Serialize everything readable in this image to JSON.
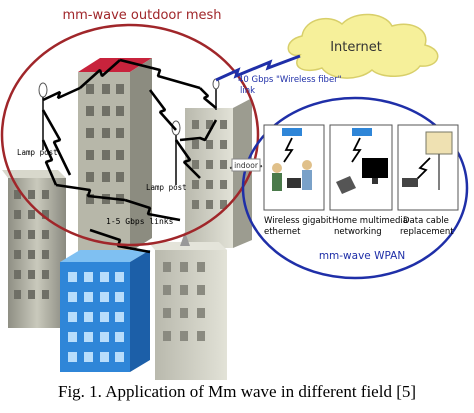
{
  "diagram": {
    "mesh_title": "mm-wave outdoor mesh",
    "internet_label": "Internet",
    "backhaul_label_line1": "40 Gbps \"Wireless fiber\"",
    "backhaul_label_line2": "link",
    "lamp_post_1": "Lamp post",
    "lamp_post_2": "Lamp post",
    "links_label": "1-5 Gbps links",
    "indoor_label": "indoor",
    "wpan_title": "mm-wave WPAN",
    "panel_1_line1": "Wireless gigabit",
    "panel_1_line2": "ethernet",
    "panel_2_line1": "Home multimedia",
    "panel_2_line2": "networking",
    "panel_3_line1": "Data cable",
    "panel_3_line2": "replacement"
  },
  "caption": "Fig. 1. Application of Mm wave in different field [5]",
  "colors": {
    "mesh_ring": "#a0262a",
    "mesh_title": "#a0262a",
    "wpan_ring": "#1f2fa8",
    "wpan_title": "#1f2fa8",
    "cloud": "#f6f09a",
    "roof": "#c8233c",
    "blue_building": "#2f86d8",
    "backhaul_text": "#1f2fa8"
  }
}
